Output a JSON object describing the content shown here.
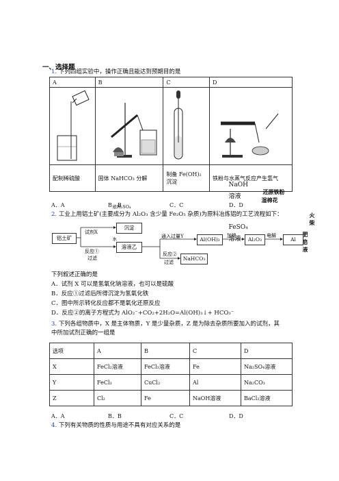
{
  "section_title": "一、选择题",
  "q1": {
    "num": "1.",
    "stem": "下列四组实验中，操作正确且能达到预期目的是",
    "headers": [
      "A",
      "B",
      "C",
      "D"
    ],
    "captions": [
      "配制稀硫酸",
      "固体 NaHCO₃ 分解",
      "制备 Fe(OH)₂ 沉淀",
      "铁粉与水蒸气反应产生氢气"
    ],
    "labels": {
      "a_acid": "浓H₂SO₄",
      "a_water": "水",
      "c_naoh": "NaOH",
      "c_naoh2": "溶液",
      "c_feso4": "FeSO₄",
      "c_feso42": "溶液",
      "d_iron": "还原铁粉",
      "d_cotton": "湿棉花",
      "d_match": "火柴",
      "d_soap": "肥皂液"
    },
    "options": [
      "A．A",
      "B．B",
      "C．C",
      "D．D"
    ]
  },
  "q2": {
    "num": "2.",
    "stem": "工业上用铝土矿(主要成分为 Al₂O₃ 含少量 Fe₂O₃ 杂质)为原料冶炼铝的工艺流程如下：",
    "flow": {
      "ore": "铝土矿",
      "reagent": "试剂X",
      "op1a": "反应①",
      "op1b": "过滤",
      "precip": "沉淀",
      "solution": "溶液乙",
      "co2": "通入过量Y",
      "op2a": "反应②",
      "op2b": "过滤",
      "aloh": "Al(OH)₃",
      "heat": "加热",
      "al2o3": "Al₂O₃",
      "elec": "电解",
      "al": "Al",
      "nahco3": "NaHCO₃"
    },
    "intro": "下列叙述正确的是",
    "choices": [
      "A．试剂 X 可以是氢氧化钠溶液，也可以是硫酸",
      "B．反应①过滤后所得沉淀为氢氧化铁",
      "C．图中所示转化反应都不是氧化还原反应",
      "D．反应②的离子方程式为 AlO₂⁻+CO₂+2H₂O=Al(OH)₃↓+ HCO₃⁻"
    ]
  },
  "q3": {
    "num": "3.",
    "stem": "下列各组物质中，X 是主体物质，Y 是少量杂质，Z 是为除去杂质所要加入的试剂，其",
    "stem2": "中所加试剂正确的一组是",
    "rows": [
      [
        "选项",
        "A",
        "B",
        "C",
        "D"
      ],
      [
        "X",
        "FeCl₂溶液",
        "FeCl₃溶液",
        "Fe",
        "Na₂SO₄溶液"
      ],
      [
        "Y",
        "FeCl₃",
        "CuCl₂",
        "Al",
        "Na₂CO₃"
      ],
      [
        "Z",
        "Cl₂",
        "Fe",
        "NaOH溶液",
        "BaCl₂溶液"
      ]
    ],
    "options": [
      "A．A",
      "B．B",
      "C．C",
      "D．D"
    ]
  },
  "q4": {
    "num": "4.",
    "stem": "下列有关物质的性质与用途不具有对应关系的是"
  }
}
